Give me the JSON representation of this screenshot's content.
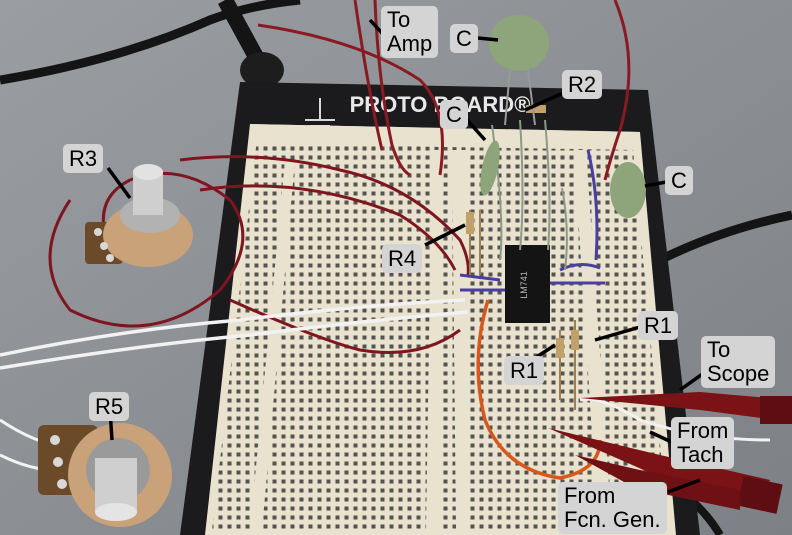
{
  "labels": {
    "to_amp": "To\nAmp",
    "c_top": "C",
    "r2": "R2",
    "c_left": "C",
    "c_right": "C",
    "r3": "R3",
    "r4": "R4",
    "r1_right": "R1",
    "r1_left": "R1",
    "to_scope": "To\nScope",
    "from_tach": "From\nTach",
    "r5": "R5",
    "from_fcn_gen": "From\nFcn. Gen."
  },
  "board": {
    "brand_text": "PROTO BOARD®"
  },
  "colors": {
    "table": "#8b8f94",
    "board_frame": "#1b1b1d",
    "board_surface": "#e9e2cf",
    "hole": "#3a3a3a",
    "red_wire": "#8a1a22",
    "probe_red": "#7a1216",
    "white_wire": "#f2f2f2",
    "orange_wire": "#d8571a",
    "purple_wire": "#4a3fa0",
    "capacitor": "#8ea47a",
    "pot_body": "#c9a27a",
    "callout_bg": "#d4d4d4"
  }
}
